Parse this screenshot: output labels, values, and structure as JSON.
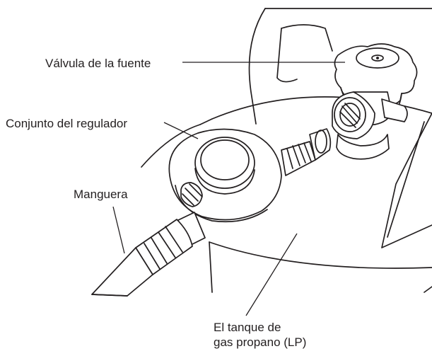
{
  "labels": {
    "valve": "Válvula de la fuente",
    "regulator": "Conjunto del regulador",
    "hose": "Manguera",
    "tank_line1": "El tanque de",
    "tank_line2": "gas propano (LP)"
  },
  "colors": {
    "line": "#231f20",
    "background": "#ffffff"
  }
}
